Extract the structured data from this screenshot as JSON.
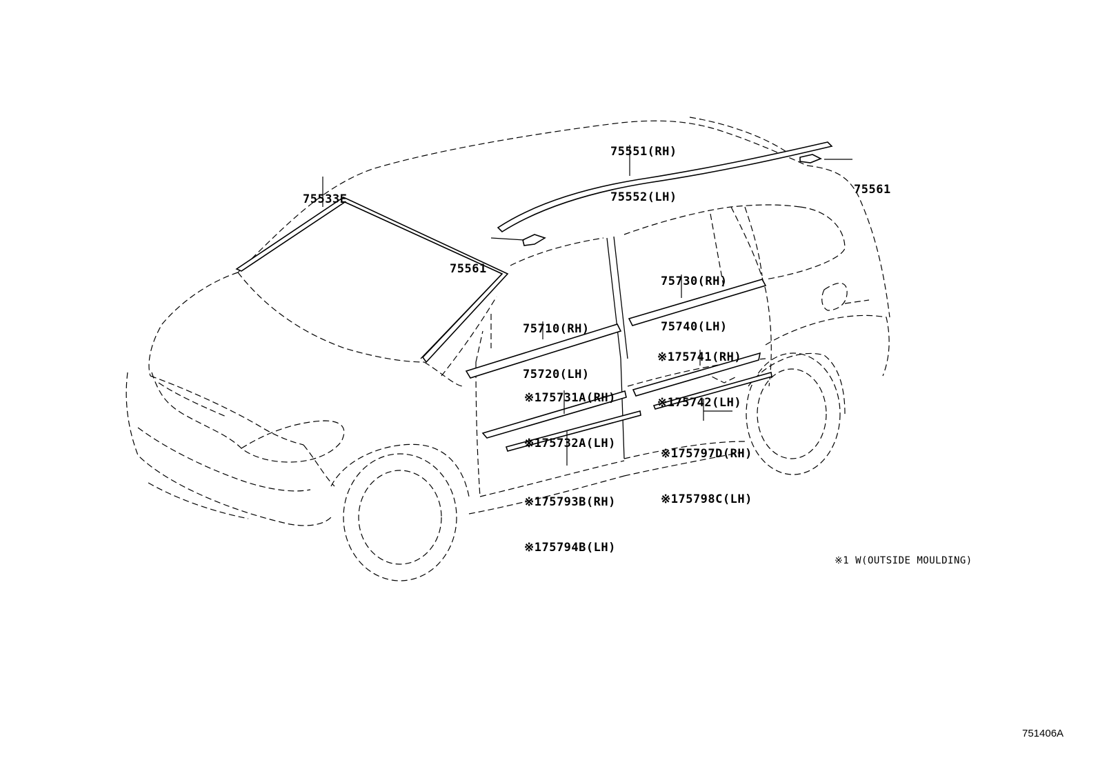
{
  "parts": [
    {
      "id": "windshield-moulding",
      "line1": "75533E",
      "line2": ""
    },
    {
      "id": "roof-drip-moulding",
      "line1": "75551(RH)",
      "line2": "75552(LH)"
    },
    {
      "id": "roof-clip-rear",
      "line1": "75561",
      "line2": ""
    },
    {
      "id": "roof-clip-front",
      "line1": "75561",
      "line2": ""
    },
    {
      "id": "rear-door-belt-moulding",
      "line1": "75730(RH)",
      "line2": "75740(LH)"
    },
    {
      "id": "front-door-belt-moulding",
      "line1": "75710(RH)",
      "line2": "75720(LH)"
    },
    {
      "id": "rear-door-upper-side-moulding",
      "line1": "※175741(RH)",
      "line2": "※175742(LH)"
    },
    {
      "id": "front-door-upper-side-moulding",
      "line1": "※175731A(RH)",
      "line2": "※175732A(LH)"
    },
    {
      "id": "rear-door-lower-side-moulding",
      "line1": "※175797D(RH)",
      "line2": "※175798C(LH)"
    },
    {
      "id": "front-door-lower-side-moulding",
      "line1": "※175793B(RH)",
      "line2": "※175794B(LH)"
    }
  ],
  "footnote": "※1 W(OUTSIDE MOULDING)",
  "figure_number": "751406A"
}
